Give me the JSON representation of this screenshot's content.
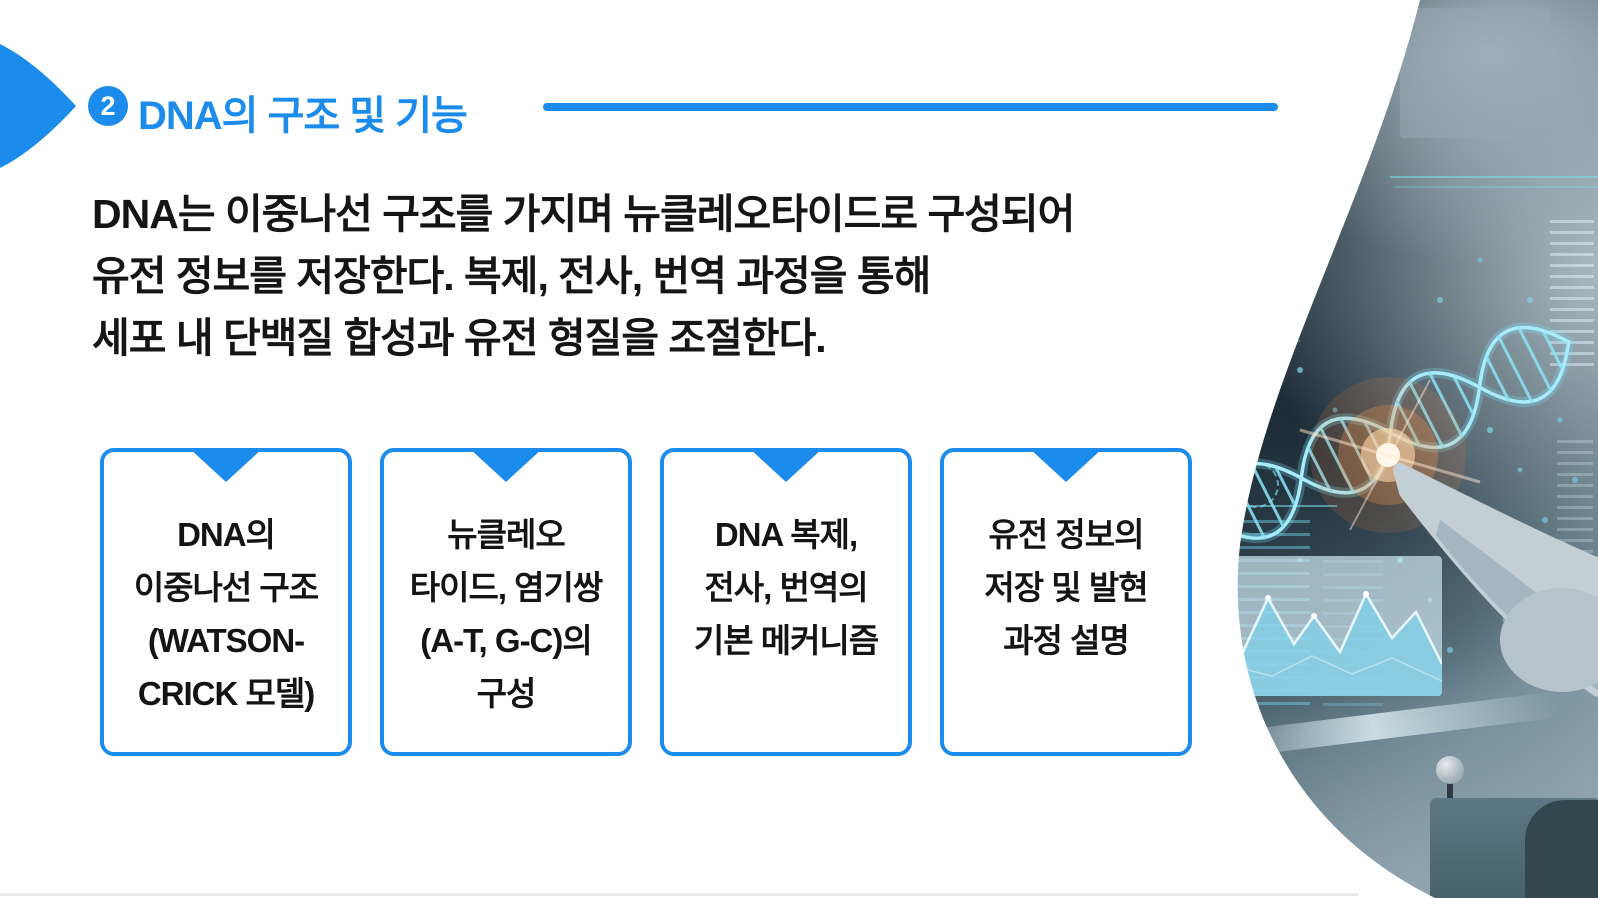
{
  "slide": {
    "colors": {
      "accent_blue": "#1b8ceb",
      "body_text": "#151515",
      "card_text": "#141414"
    },
    "header": {
      "badge_number": "2",
      "title": "DNA의 구조 및 기능"
    },
    "body": {
      "lines": [
        "DNA는 이중나선 구조를 가지며 뉴클레오타이드로 구성되어",
        "유전 정보를 저장한다. 복제, 전사, 번역 과정을 통해",
        "세포 내 단백질 합성과 유전 형질을 조절한다."
      ]
    },
    "cards": [
      {
        "text": "DNA의\n이중나선 구조\n(WATSON-\nCRICK 모델)"
      },
      {
        "text": "뉴클레오\n타이드, 염기쌍\n(A-T, G-C)의\n구성"
      },
      {
        "text": "DNA 복제,\n전사, 번역의\n기본 메커니즘"
      },
      {
        "text": "유전 정보의\n저장 및 발현\n과정 설명"
      }
    ],
    "photo": {
      "description": "gloved hand pointing at holographic DNA helix and data charts in a laboratory"
    }
  }
}
